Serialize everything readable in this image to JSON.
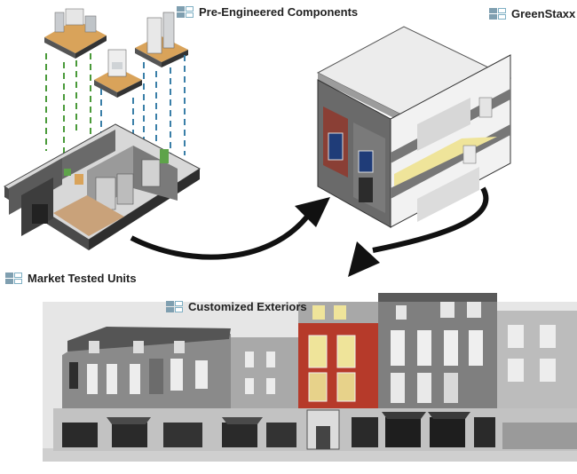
{
  "labels": {
    "pre_engineered": "Pre-Engineered Components",
    "greenstaxx": "GreenStaxx",
    "market_tested": "Market Tested Units",
    "customized": "Customized Exteriors"
  },
  "colors": {
    "icon_blue": "#7f9fb0",
    "dashed_green": "#4a9a3a",
    "dashed_blue": "#3a7fa8",
    "arrow": "#111111",
    "accent_red": "#b63a2a",
    "accent_yellow": "#efe49a"
  }
}
